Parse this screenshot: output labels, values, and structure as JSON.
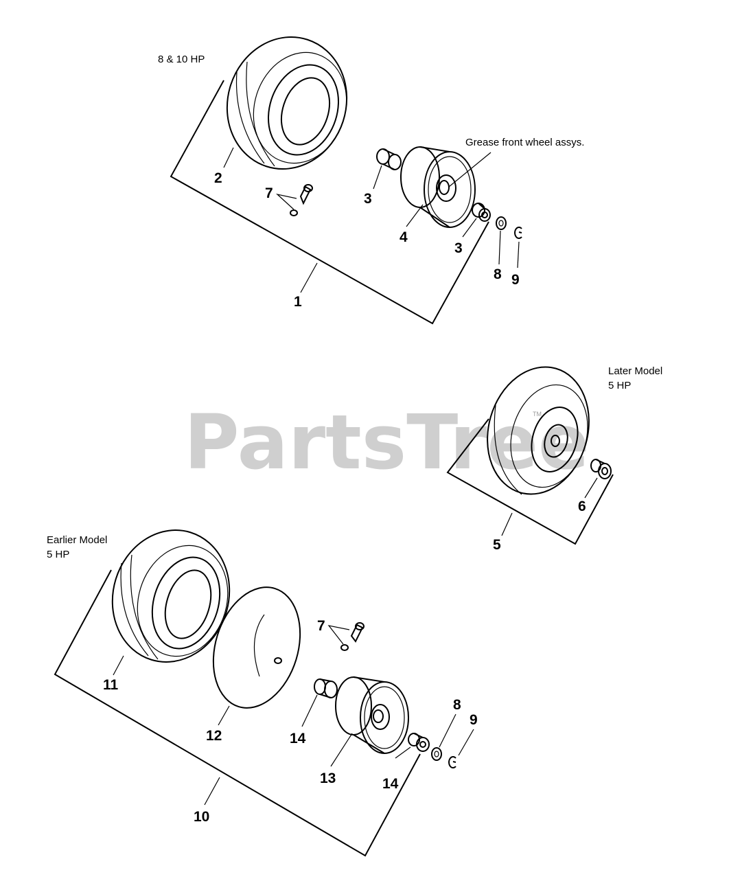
{
  "watermark": "PartsTree",
  "trademark": "TM",
  "notes": {
    "hp_8_10": "8 & 10 HP",
    "grease": "Grease front wheel assys.",
    "later_model_line1": "Later Model",
    "later_model_line2": "5 HP",
    "earlier_model_line1": "Earlier Model",
    "earlier_model_line2": "5 HP"
  },
  "callouts": {
    "c1": "1",
    "c2": "2",
    "c3a": "3",
    "c3b": "3",
    "c4": "4",
    "c5": "5",
    "c6": "6",
    "c7a": "7",
    "c7b": "7",
    "c8a": "8",
    "c8b": "8",
    "c9a": "9",
    "c9b": "9",
    "c10": "10",
    "c11": "11",
    "c12": "12",
    "c13": "13",
    "c14a": "14",
    "c14b": "14"
  }
}
